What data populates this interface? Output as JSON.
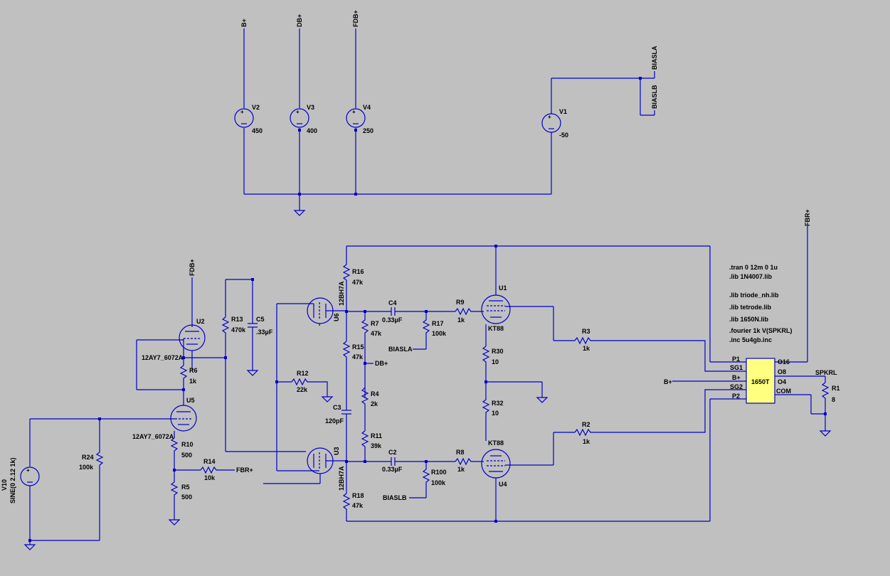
{
  "supply": {
    "net_bplus": "B+",
    "net_dbplus": "DB+",
    "net_fdbplus": "FDB+",
    "net_biasla": "BIASLA",
    "net_biaslb": "BIASLB",
    "v2_name": "V2",
    "v2_value": "450",
    "v3_name": "V3",
    "v3_value": "400",
    "v4_name": "V4",
    "v4_value": "250",
    "v1_name": "V1",
    "v1_value": "-50"
  },
  "input": {
    "fdbplus": "FDB+",
    "u2_name": "U2",
    "u2_type": "12AY7_6072A",
    "u5_name": "U5",
    "u5_type": "12AY7_6072A",
    "r6_name": "R6",
    "r6_value": "1k",
    "r10_name": "R10",
    "r10_value": "500",
    "r5_name": "R5",
    "r5_value": "500",
    "r14_name": "R14",
    "r14_value": "10k",
    "r24_name": "R24",
    "r24_value": "100k",
    "r13_name": "R13",
    "r13_value": "470k",
    "c5_name": "C5",
    "c5_value": ".33µF",
    "fbrplus_r14": "FBR+",
    "v10_name": "V10",
    "v10_value": "SINE(0 2.12 1k)"
  },
  "phase": {
    "u6_name": "U6",
    "u6_type": "12BH7A",
    "u3_name": "U3",
    "u3_type": "12BH7A",
    "r16_name": "R16",
    "r16_value": "47k",
    "r7_name": "R7",
    "r7_value": "47k",
    "r15_name": "R15",
    "r15_value": "47k",
    "r4_name": "R4",
    "r4_value": "2k",
    "r11_name": "R11",
    "r11_value": "39k",
    "r18_name": "R18",
    "r18_value": "47k",
    "r12_name": "R12",
    "r12_value": "22k",
    "c3_name": "C3",
    "c3_value": "120pF",
    "c4_name": "C4",
    "c4_value": "0.33µF",
    "c2_name": "C2",
    "c2_value": "0.33µF",
    "r17_name": "R17",
    "r17_value": "100k",
    "r100_name": "R100",
    "r100_value": "100k",
    "biasla": "BIASLA",
    "biaslb": "BIASLB",
    "dbplus": "DB+"
  },
  "output": {
    "u1_name": "U1",
    "u1_type": "KT88",
    "u4_name": "U4",
    "u4_type": "KT88",
    "r9_name": "R9",
    "r9_value": "1k",
    "r8_name": "R8",
    "r8_value": "1k",
    "r30_name": "R30",
    "r30_value": "10",
    "r32_name": "R32",
    "r32_value": "10",
    "r3_name": "R3",
    "r3_value": "1k",
    "r2_name": "R2",
    "r2_value": "1k",
    "r1_name": "R1",
    "r1_value": "8",
    "bplus": "B+",
    "fbrplus": "FBR+",
    "spkrl": "SPKRL",
    "xfmr": "1650T",
    "pin_p1": "P1",
    "pin_sg1": "SG1",
    "pin_bplus": "B+",
    "pin_sg2": "SG2",
    "pin_p2": "P2",
    "pin_o16": "O16",
    "pin_o8": "O8",
    "pin_o4": "O4",
    "pin_com": "COM"
  },
  "directives": [
    ".tran 0 12m 0 1u",
    ".lib 1N4007.lib",
    ".lib triode_nh.lib",
    ".lib tetrode.lib",
    ".lib 1650N.lib",
    ".fourier 1k V(SPKRL)",
    ".inc 5u4gb.inc"
  ],
  "colors": {
    "wire": "#0000c8",
    "background": "#c0c0c0",
    "text": "#000000"
  }
}
